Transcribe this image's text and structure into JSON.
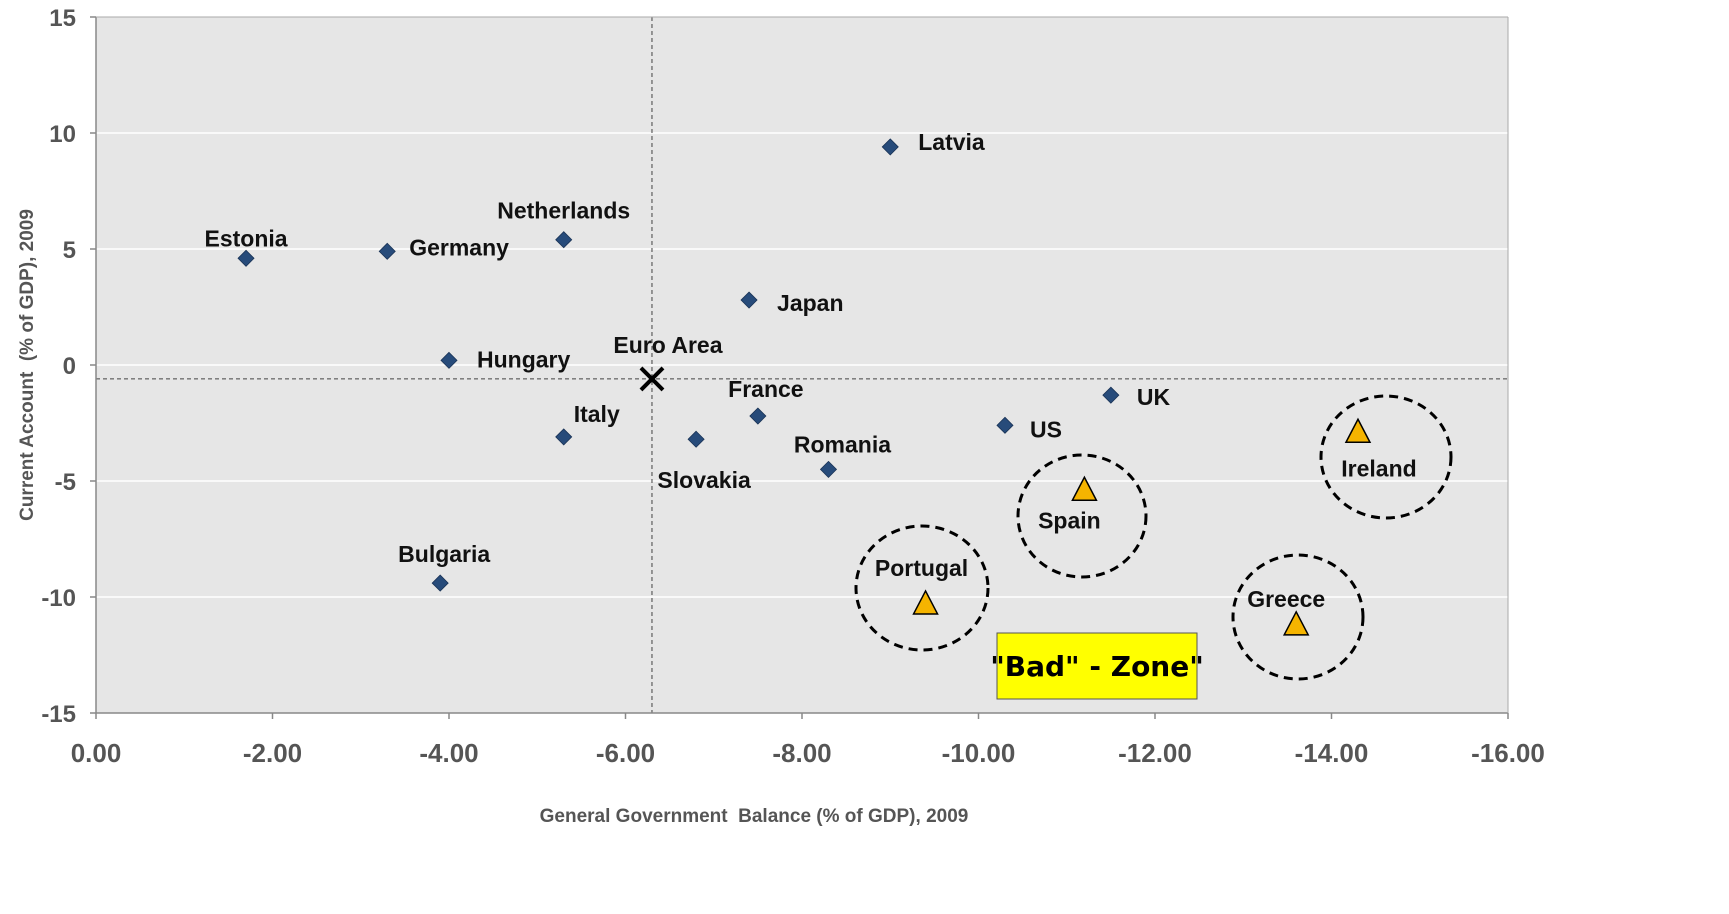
{
  "chart_data": {
    "type": "scatter",
    "title": "",
    "xlabel": "General Government  Balance (% of GDP), 2009",
    "ylabel": "Current Account  (% of GDP), 2009",
    "xlim": [
      0,
      -16
    ],
    "ylim": [
      -15,
      15
    ],
    "x_ticks": [
      "0.00",
      "-2.00",
      "-4.00",
      "-6.00",
      "-8.00",
      "-10.00",
      "-12.00",
      "-14.00",
      "-16.00"
    ],
    "y_ticks": [
      "15",
      "10",
      "5",
      "0",
      "-5",
      "-10",
      "-15"
    ],
    "grid": "horizontal",
    "points": [
      {
        "name": "Estonia",
        "x": -1.7,
        "y": 4.6,
        "marker": "diamond"
      },
      {
        "name": "Germany",
        "x": -3.3,
        "y": 4.9,
        "marker": "diamond"
      },
      {
        "name": "Netherlands",
        "x": -5.3,
        "y": 5.4,
        "marker": "diamond"
      },
      {
        "name": "Latvia",
        "x": -9.0,
        "y": 9.4,
        "marker": "diamond"
      },
      {
        "name": "Japan",
        "x": -7.4,
        "y": 2.8,
        "marker": "diamond"
      },
      {
        "name": "Hungary",
        "x": -4.0,
        "y": 0.2,
        "marker": "diamond"
      },
      {
        "name": "Italy",
        "x": -5.3,
        "y": -3.1,
        "marker": "diamond"
      },
      {
        "name": "France",
        "x": -7.5,
        "y": -2.2,
        "marker": "diamond"
      },
      {
        "name": "Slovakia",
        "x": -6.8,
        "y": -3.2,
        "marker": "diamond"
      },
      {
        "name": "Romania",
        "x": -8.3,
        "y": -4.5,
        "marker": "diamond"
      },
      {
        "name": "US",
        "x": -10.3,
        "y": -2.6,
        "marker": "diamond"
      },
      {
        "name": "UK",
        "x": -11.5,
        "y": -1.3,
        "marker": "diamond"
      },
      {
        "name": "Bulgaria",
        "x": -3.9,
        "y": -9.4,
        "marker": "diamond"
      },
      {
        "name": "Euro Area",
        "x": -6.3,
        "y": -0.6,
        "marker": "x"
      },
      {
        "name": "Ireland",
        "x": -14.3,
        "y": -2.9,
        "marker": "triangle"
      },
      {
        "name": "Spain",
        "x": -11.2,
        "y": -5.4,
        "marker": "triangle"
      },
      {
        "name": "Portugal",
        "x": -9.4,
        "y": -10.3,
        "marker": "triangle"
      },
      {
        "name": "Greece",
        "x": -13.6,
        "y": -11.2,
        "marker": "triangle"
      }
    ],
    "reference_lines": {
      "x": -6.3,
      "y": -0.6
    },
    "annotation": "\"Bad\" - Zone\"",
    "colors": {
      "plot_bg": "#e6e6e6",
      "diamond": "#274b7a",
      "triangle": "#f5b400",
      "zone_bg": "#ffff00"
    }
  }
}
